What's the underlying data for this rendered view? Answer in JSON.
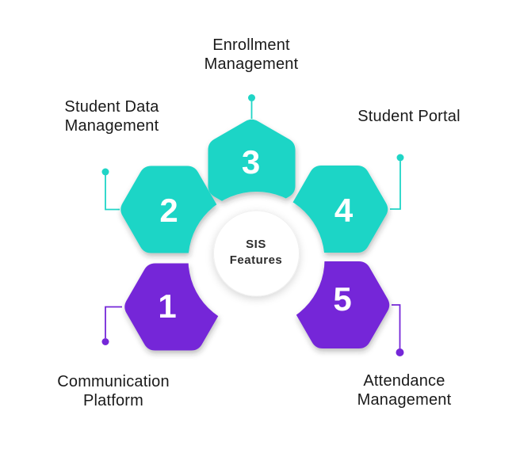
{
  "colors": {
    "teal": "#1FD5C6",
    "purple": "#7527D8",
    "label_text": "#1A1A1A",
    "center_text": "#2D2D2D",
    "number_text": "#FFFFFF",
    "background": "#FFFFFF"
  },
  "center": {
    "line1": "SIS",
    "line2": "Features"
  },
  "petals": [
    {
      "number": "1",
      "fill": "#7527D8",
      "label_line1": "Communication",
      "label_line2": "Platform"
    },
    {
      "number": "2",
      "fill": "#1FD5C6",
      "label_line1": "Student Data",
      "label_line2": "Management"
    },
    {
      "number": "3",
      "fill": "#1FD5C6",
      "label_line1": "Enrollment",
      "label_line2": "Management"
    },
    {
      "number": "4",
      "fill": "#1FD5C6",
      "label_line1": "Student Portal",
      "label_line2": ""
    },
    {
      "number": "5",
      "fill": "#7527D8",
      "label_line1": "Attendance",
      "label_line2": "Management"
    }
  ]
}
